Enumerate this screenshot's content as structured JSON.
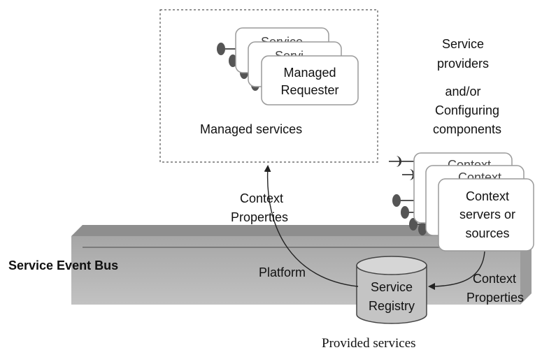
{
  "managed_box": {
    "card_back_1": "Service",
    "card_back_2": "Servi",
    "card_front_line1": "Managed",
    "card_front_line2": "Requester",
    "caption": "Managed services"
  },
  "providers_label": {
    "line1": "Service",
    "line2": "providers",
    "line3": "and/or",
    "line4": "Configuring",
    "line5": "components"
  },
  "context_cards": {
    "card_back_1": "Context",
    "card_back_2": "Context",
    "front_line1": "Context",
    "front_line2": "servers or",
    "front_line3": "sources"
  },
  "bus": {
    "label": "Service Event Bus",
    "platform_label": "Platform"
  },
  "arrow_up_label": {
    "line1": "Context",
    "line2": "Properties"
  },
  "arrow_right_label": {
    "line1": "Context",
    "line2": "Properties"
  },
  "registry": {
    "line1": "Service",
    "line2": "Registry",
    "caption": "Provided services"
  },
  "colors": {
    "bus_fill": "#b8b8b8",
    "card_fill": "#ffffff",
    "card_border": "#9a9a9a",
    "connector": "#555555",
    "registry_fill": "#c4c4c4"
  }
}
